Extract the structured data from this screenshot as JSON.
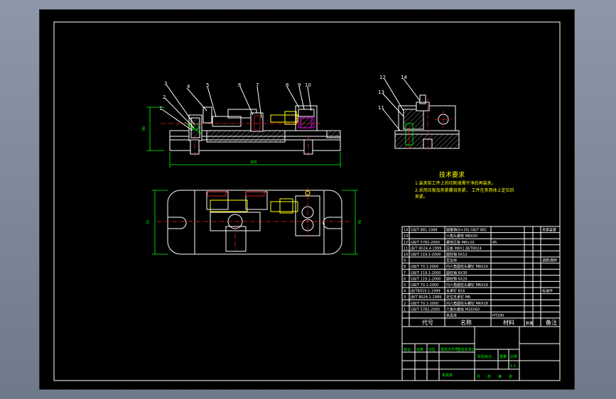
{
  "window": {
    "background": "#7f8b9b",
    "canvas_background": "#000000"
  },
  "colors": {
    "outline": "#ffffff",
    "dimension": "#00ff00",
    "centerline": "#ff0000",
    "highlight": "#ffff00",
    "text_note": "#ffff00"
  },
  "front_view": {
    "balloons": [
      "3",
      "2",
      "1",
      "4",
      "5",
      "6",
      "7",
      "8",
      "9",
      "10"
    ],
    "dim_height": "80",
    "dim_length": "300"
  },
  "side_view": {
    "balloons": [
      "12",
      "14",
      "13",
      "11"
    ]
  },
  "top_view": {
    "dim_left": "72",
    "dim_right": "76"
  },
  "technical_requirements": {
    "title": "技术要求",
    "lines": [
      "1.装夹前工件上的切削液需干净后再装夹。",
      "2.采用压板加夹紧螺母夹紧， 工件在夹具体上定位后",
      "  夹紧。"
    ]
  },
  "bom": {
    "rows": [
      {
        "no": "14",
        "code": "GB/T 881-1986",
        "name": "圆锥销(6×30) GB/T 881"
      },
      {
        "no": "13",
        "code": "",
        "name": "六角头螺栓 M8X30"
      },
      {
        "no": "12",
        "code": "GB/T 5782-2000",
        "name": "螺栓压板 M8×20"
      },
      {
        "no": "11",
        "code": "JB/T 8024.4-1999",
        "name": "压板 M8X1 JB/T8024"
      },
      {
        "no": "10",
        "code": "GB/T 119.1-2000",
        "name": "圆柱销 6X12"
      },
      {
        "no": "9",
        "code": "",
        "name": "定位块"
      },
      {
        "no": "8",
        "code": "GB/T 70.1-2000",
        "name": "内六角圆柱头螺钉 M8X10"
      },
      {
        "no": "7",
        "code": "GB/T 119.1-2000",
        "name": "圆柱销 8X30"
      },
      {
        "no": "6",
        "code": "GB/T 119.1-2000",
        "name": "圆柱销 6X20"
      },
      {
        "no": "5",
        "code": "GB/T 70.1-2000",
        "name": "内六角圆柱头螺钉 M6X16"
      },
      {
        "no": "4",
        "code": "JB/T8019.1-1999",
        "name": "支承钉 B16"
      },
      {
        "no": "3",
        "code": "JB/T 8024.1-1999",
        "name": "定位支承钉 M6"
      },
      {
        "no": "2",
        "code": "GB/T 70.1-2000",
        "name": "内六角圆柱头螺钉 M6X18"
      },
      {
        "no": "1",
        "code": "GB/T 5782-2000",
        "name": "六角头螺栓 M16X60"
      },
      {
        "no": "",
        "code": "",
        "name": "夹具体"
      }
    ],
    "material": [
      "45",
      "HT200"
    ],
    "remarks": [
      "夹紧装置",
      "调质/钢件",
      "标准件"
    ],
    "header": {
      "code": "代号",
      "name": "名称",
      "material": "材料",
      "qty": "数量",
      "remark": "备注"
    }
  },
  "title_block": {
    "design_labels": [
      "标记",
      "处数",
      "分区",
      "更改文件号",
      "签名",
      "年月日"
    ],
    "stage": "阶段标记",
    "weight": "重量",
    "scale": "比例",
    "scale_value": "1:1",
    "sheet": [
      "共",
      "张",
      "第",
      "张"
    ],
    "drawing": "夹具体"
  }
}
